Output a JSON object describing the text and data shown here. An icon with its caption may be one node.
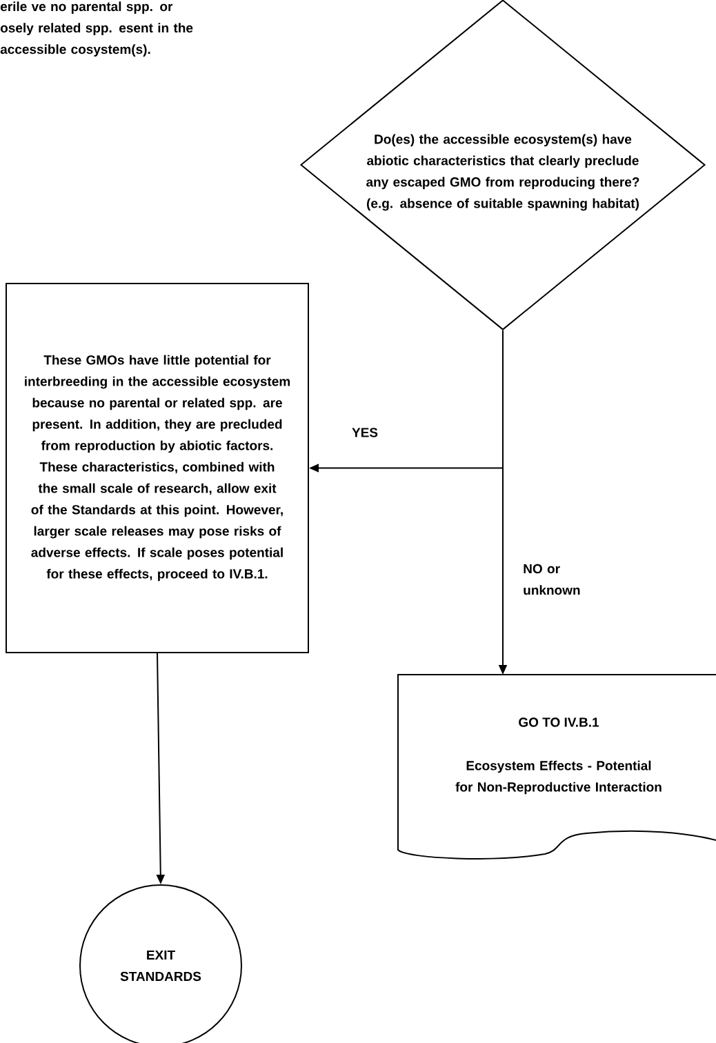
{
  "diagram": {
    "nodes": [
      {
        "text": [
          "Do(es) the accessible ecosystem(s) have abiotic characteristics that clearly preclude any escaped GMO from reproducing there? (e.g. absence of suitable spawning habitat)"
        ]
      },
      {
        "text": [
          "These GMOs have little potential for interbreeding in the accessible ecosystem because no parental or related spp. are present. In addition, they are precluded from reproduction by abiotic factors. These characteristics, combined with the small scale of research, allow exit of the Standards at this point. However, larger scale releases may pose risks of adverse effects. If scale poses potential for these effects, proceed to IV.B.1."
        ]
      },
      {
        "text": [
          "GO TO IV.B.1",
          "Ecosystem Effects - Potential for Non-Reproductive Interaction"
        ]
      },
      {
        "text": [
          "EXIT STANDARDS"
        ]
      }
    ],
    "edges": [
      {
        "from": 0,
        "to": 1,
        "arrow": "to",
        "label": "YES"
      },
      {
        "from": 0,
        "to": 2,
        "arrow": "to",
        "label": "NO or unknown"
      },
      {
        "from": 1,
        "to": 3,
        "arrow": "to"
      }
    ],
    "labels": [
      "erile ve no parental spp. or osely related spp. esent in the accessible cosystem(s)."
    ]
  }
}
